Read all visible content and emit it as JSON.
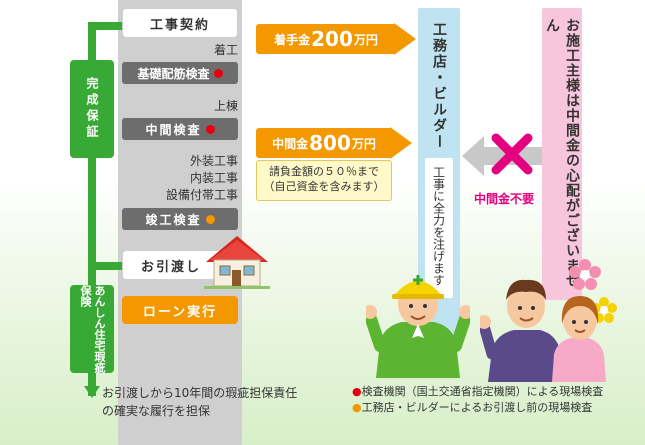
{
  "flow": {
    "contract": "工事契約",
    "foundation_stage": "着工",
    "foundation_inspection": "基礎配筋検査",
    "frame_stage": "上棟",
    "mid_inspection": "中間検査",
    "finish_stage_1": "外装工事",
    "finish_stage_2": "内装工事",
    "finish_stage_3": "設備付帯工事",
    "completion_inspection": "竣工検査",
    "handover": "お引渡し",
    "loan": "ローン実行"
  },
  "guarantee": {
    "completion_tag": "完成保証",
    "defect_tag": "あんしん住宅瑕疵保険",
    "footer_line1": "お引渡しから10年間の瑕疵担保責任",
    "footer_line2": "の確実な履行を担保"
  },
  "payments": {
    "deposit_label": "着手金",
    "deposit_amount": "200",
    "deposit_unit": "万円",
    "mid_label": "中間金",
    "mid_amount": "800",
    "mid_unit": "万円",
    "note_line1": "請負金額の５０％まで",
    "note_line2": "（自己資金を含みます）"
  },
  "builder": {
    "bar_title": "工務店・ビルダー",
    "bar_sub": "工事に全力を注げます"
  },
  "owner": {
    "bar_text": "お施工主様は中間金の心配がございません",
    "no_mid_payment": "中間金不要"
  },
  "legend": {
    "red_text": "検査機関（国土交通省指定機関）による現場検査",
    "orange_text": "工務店・ビルダーによるお引渡し前の現場検査"
  },
  "colors": {
    "green": "#39a935",
    "orange": "#f39800",
    "red": "#e60012",
    "pink": "#e4007f",
    "blue_bar": "#bfe3f0"
  }
}
